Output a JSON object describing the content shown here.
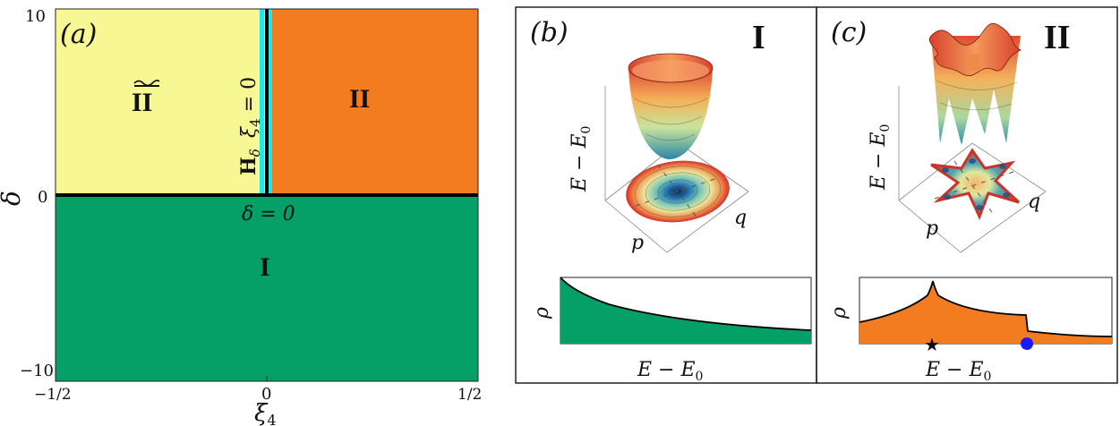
{
  "panel_a": {
    "label": "(a)",
    "y_axis_label": "δ",
    "x_axis_label": "ξ",
    "x_axis_sub": "4",
    "y_ticks": [
      "10",
      "0",
      "−10"
    ],
    "x_ticks": [
      "−1/2",
      "0",
      "1/2"
    ],
    "regions": {
      "tilde_II": {
        "label": "II",
        "color": "#f7f894"
      },
      "II": {
        "label": "II",
        "color": "#f47c20"
      },
      "I": {
        "label": "I",
        "color": "#05a067"
      }
    },
    "line_colors": {
      "boundary": "#000000",
      "cyan": "#23e6e9"
    },
    "vline_label_H": "H",
    "vline_label_H_sub": "δ",
    "vline_label_xi": "ξ",
    "vline_label_xi_sub": "4",
    "vline_label_xi_eq": " = 0",
    "hline_label": "δ = 0"
  },
  "panel_b": {
    "label": "(b)",
    "roman": "I",
    "axis_E": "E − E",
    "axis_E_sub": "0",
    "axis_p": "p",
    "axis_q": "q",
    "rho_label": "ρ",
    "dos_xlabel": "E − E",
    "dos_xlabel_sub": "0",
    "dos_color": "#05a067"
  },
  "panel_c": {
    "label": "(c)",
    "roman": "II",
    "axis_E": "E − E",
    "axis_E_sub": "0",
    "axis_p": "p",
    "axis_q": "q",
    "rho_label": "ρ",
    "dos_xlabel": "E − E",
    "dos_xlabel_sub": "0",
    "dos_color": "#f47c20",
    "star_glyph": "★",
    "dot_color": "#1a1aff"
  }
}
